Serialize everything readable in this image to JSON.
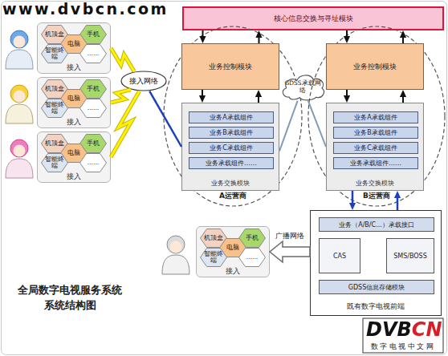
{
  "diagram": {
    "title": "全局数字电视服务系统 系统结构图",
    "nodes": [
      {
        "text": [
          "接入"
        ]
      },
      {
        "text": [
          "机顶盒"
        ],
        "in": 0
      },
      {
        "text": [
          "手机"
        ],
        "in": 0
      },
      {
        "text": [
          "电脑"
        ],
        "in": 0
      },
      {
        "text": [
          "智能终端"
        ],
        "in": 0
      },
      {
        "text": [
          "......"
        ],
        "in": 0
      },
      {
        "text": [
          "接入"
        ]
      },
      {
        "text": [
          "机顶盒"
        ],
        "in": 6
      },
      {
        "text": [
          "手机"
        ],
        "in": 6
      },
      {
        "text": [
          "电脑"
        ],
        "in": 6
      },
      {
        "text": [
          "智能终端"
        ],
        "in": 6
      },
      {
        "text": [
          "......"
        ],
        "in": 6
      },
      {
        "text": [
          "接入"
        ]
      },
      {
        "text": [
          "机顶盒"
        ],
        "in": 12
      },
      {
        "text": [
          "手机"
        ],
        "in": 12
      },
      {
        "text": [
          "电脑"
        ],
        "in": 12
      },
      {
        "text": [
          "智能终端"
        ],
        "in": 12
      },
      {
        "text": [
          "......"
        ],
        "in": 12
      },
      {
        "text": [
          "接入网络"
        ]
      },
      {
        "text": [
          "核心信息交换与寻址模块"
        ]
      },
      {
        "text": [
          "A运营商"
        ]
      },
      {
        "text": [
          "业务控制模块"
        ],
        "in": 20
      },
      {
        "text": [
          "业务交换模块"
        ],
        "in": 20
      },
      {
        "text": [
          "业务A承载组件"
        ],
        "in": 22
      },
      {
        "text": [
          "业务B承载组件"
        ],
        "in": 22
      },
      {
        "text": [
          "业务C承载组件"
        ],
        "in": 22
      },
      {
        "text": [
          "业务承载组件……"
        ],
        "in": 22
      },
      {
        "text": [
          "GDSS承载网络"
        ]
      },
      {
        "text": [
          "B运营商"
        ]
      },
      {
        "text": [
          "业务控制模块"
        ],
        "in": 28
      },
      {
        "text": [
          "业务交换模块"
        ],
        "in": 28
      },
      {
        "text": [
          "业务A承载组件"
        ],
        "in": 30
      },
      {
        "text": [
          "业务B承载组件"
        ],
        "in": 30
      },
      {
        "text": [
          "业务C承载组件"
        ],
        "in": 30
      },
      {
        "text": [
          "业务承载组件……"
        ],
        "in": 30
      },
      {
        "text": [
          "既有数字电视前端"
        ]
      },
      {
        "text": [
          "业务（A/B/C...）承载接口"
        ],
        "in": 35
      },
      {
        "text": [
          "CAS"
        ],
        "in": 35
      },
      {
        "text": [
          "SMS/BOSS"
        ],
        "in": 35
      },
      {
        "text": [
          "GDSS信息存储模块"
        ],
        "in": 35
      },
      {
        "text": [
          "接入"
        ]
      },
      {
        "text": [
          "机顶盒"
        ],
        "in": 40
      },
      {
        "text": [
          "手机"
        ],
        "in": 40
      },
      {
        "text": [
          "电脑"
        ],
        "in": 40
      },
      {
        "text": [
          "智能终端"
        ],
        "in": 40
      },
      {
        "text": [
          "......"
        ],
        "in": 40
      }
    ],
    "edges": [
      {
        "from": 0,
        "to": 18,
        "arrow": "none"
      },
      {
        "from": 6,
        "to": 18,
        "arrow": "none"
      },
      {
        "from": 12,
        "to": 18,
        "arrow": "none"
      },
      {
        "from": 18,
        "to": 22,
        "arrow": "none"
      },
      {
        "from": 19,
        "to": 21,
        "arrow": "both"
      },
      {
        "from": 21,
        "to": 22,
        "arrow": "both"
      },
      {
        "from": 19,
        "to": 29,
        "arrow": "both"
      },
      {
        "from": 29,
        "to": 30,
        "arrow": "both"
      },
      {
        "from": 22,
        "to": 27,
        "arrow": "none"
      },
      {
        "from": 27,
        "to": 30,
        "arrow": "none"
      },
      {
        "from": 30,
        "to": 35,
        "arrow": "both"
      },
      {
        "from": 35,
        "to": 40,
        "arrow": "to",
        "label": "广播网络"
      }
    ],
    "labels": [
      "www.dvbcn.com",
      "DVBCN",
      "数字电视中文网"
    ]
  }
}
